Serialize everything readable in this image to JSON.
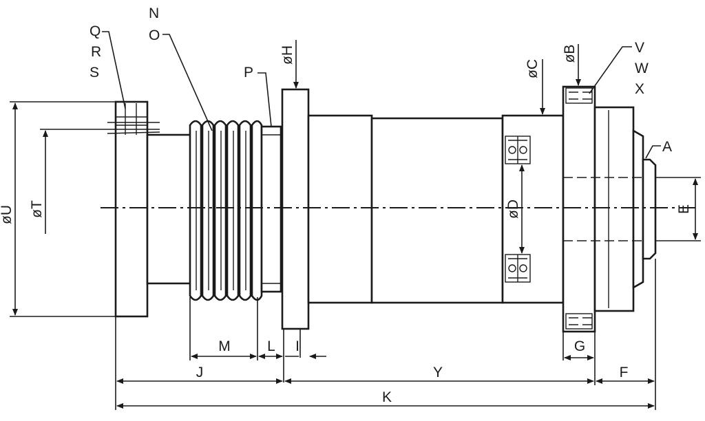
{
  "labels": {
    "A": "A",
    "F": "F",
    "G": "G",
    "I": "I",
    "J": "J",
    "K": "K",
    "L": "L",
    "M": "M",
    "P": "P",
    "Y": "Y",
    "N": "N",
    "O": "O",
    "Q": "Q",
    "R": "R",
    "S": "S",
    "V": "V",
    "W": "W",
    "X": "X",
    "E": "E",
    "phiB": "øB",
    "phiC": "øC",
    "phiD": "øD",
    "phiH": "øH",
    "phiT": "øT",
    "phiU": "øU"
  }
}
